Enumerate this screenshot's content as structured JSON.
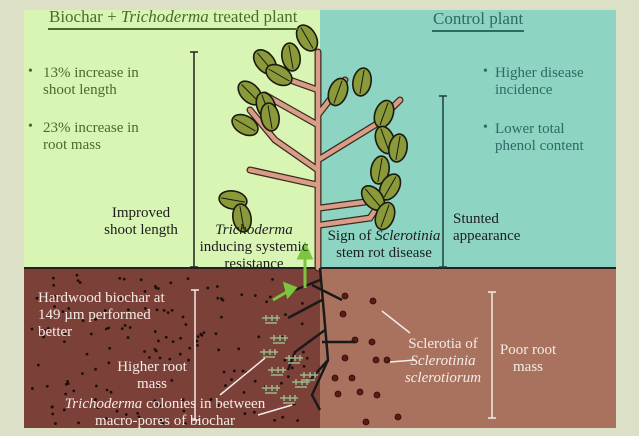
{
  "left_panel": {
    "title_pre": "Biochar + ",
    "title_italic": "Trichoderma",
    "title_post": " treated plant",
    "bullets": [
      "13% increase in",
      "shoot length",
      "23% increase in",
      "root mass"
    ],
    "improved": [
      "Improved",
      "shoot length"
    ],
    "trichoderma_label": {
      "italic": "Trichoderma",
      "lines": [
        "inducing systemic",
        "resistance"
      ]
    }
  },
  "right_panel": {
    "title": "Control plant",
    "bullets": [
      "Higher disease",
      "incidence",
      "Lower total",
      "phenol content"
    ],
    "stunted": [
      "Stunted",
      "appearance"
    ],
    "sign": {
      "pre": "Sign of ",
      "italic": "Sclerotinia",
      "line2": "stem rot disease"
    }
  },
  "soil": {
    "hardwood": [
      "Hardwood biochar at",
      "149 µm performed",
      "better"
    ],
    "higher_root": [
      "Higher root",
      "mass"
    ],
    "colonies": {
      "italic": "Trichoderma",
      "post": " colonies in between",
      "line2": "macro-pores of biochar"
    },
    "sclerotia": {
      "line1": "Sclerotia of",
      "italic1": "Sclerotinia",
      "italic2": "sclerotiorum"
    },
    "poor_root": [
      "Poor root",
      "mass"
    ]
  },
  "colors": {
    "left_sky": "#d8f5b4",
    "right_sky": "#8dd4c2",
    "left_soil": "#7b4038",
    "right_soil": "#a8725f",
    "leaf": "#8a9a3a",
    "stem": "#d99c86",
    "arrow": "#7cc63e"
  }
}
